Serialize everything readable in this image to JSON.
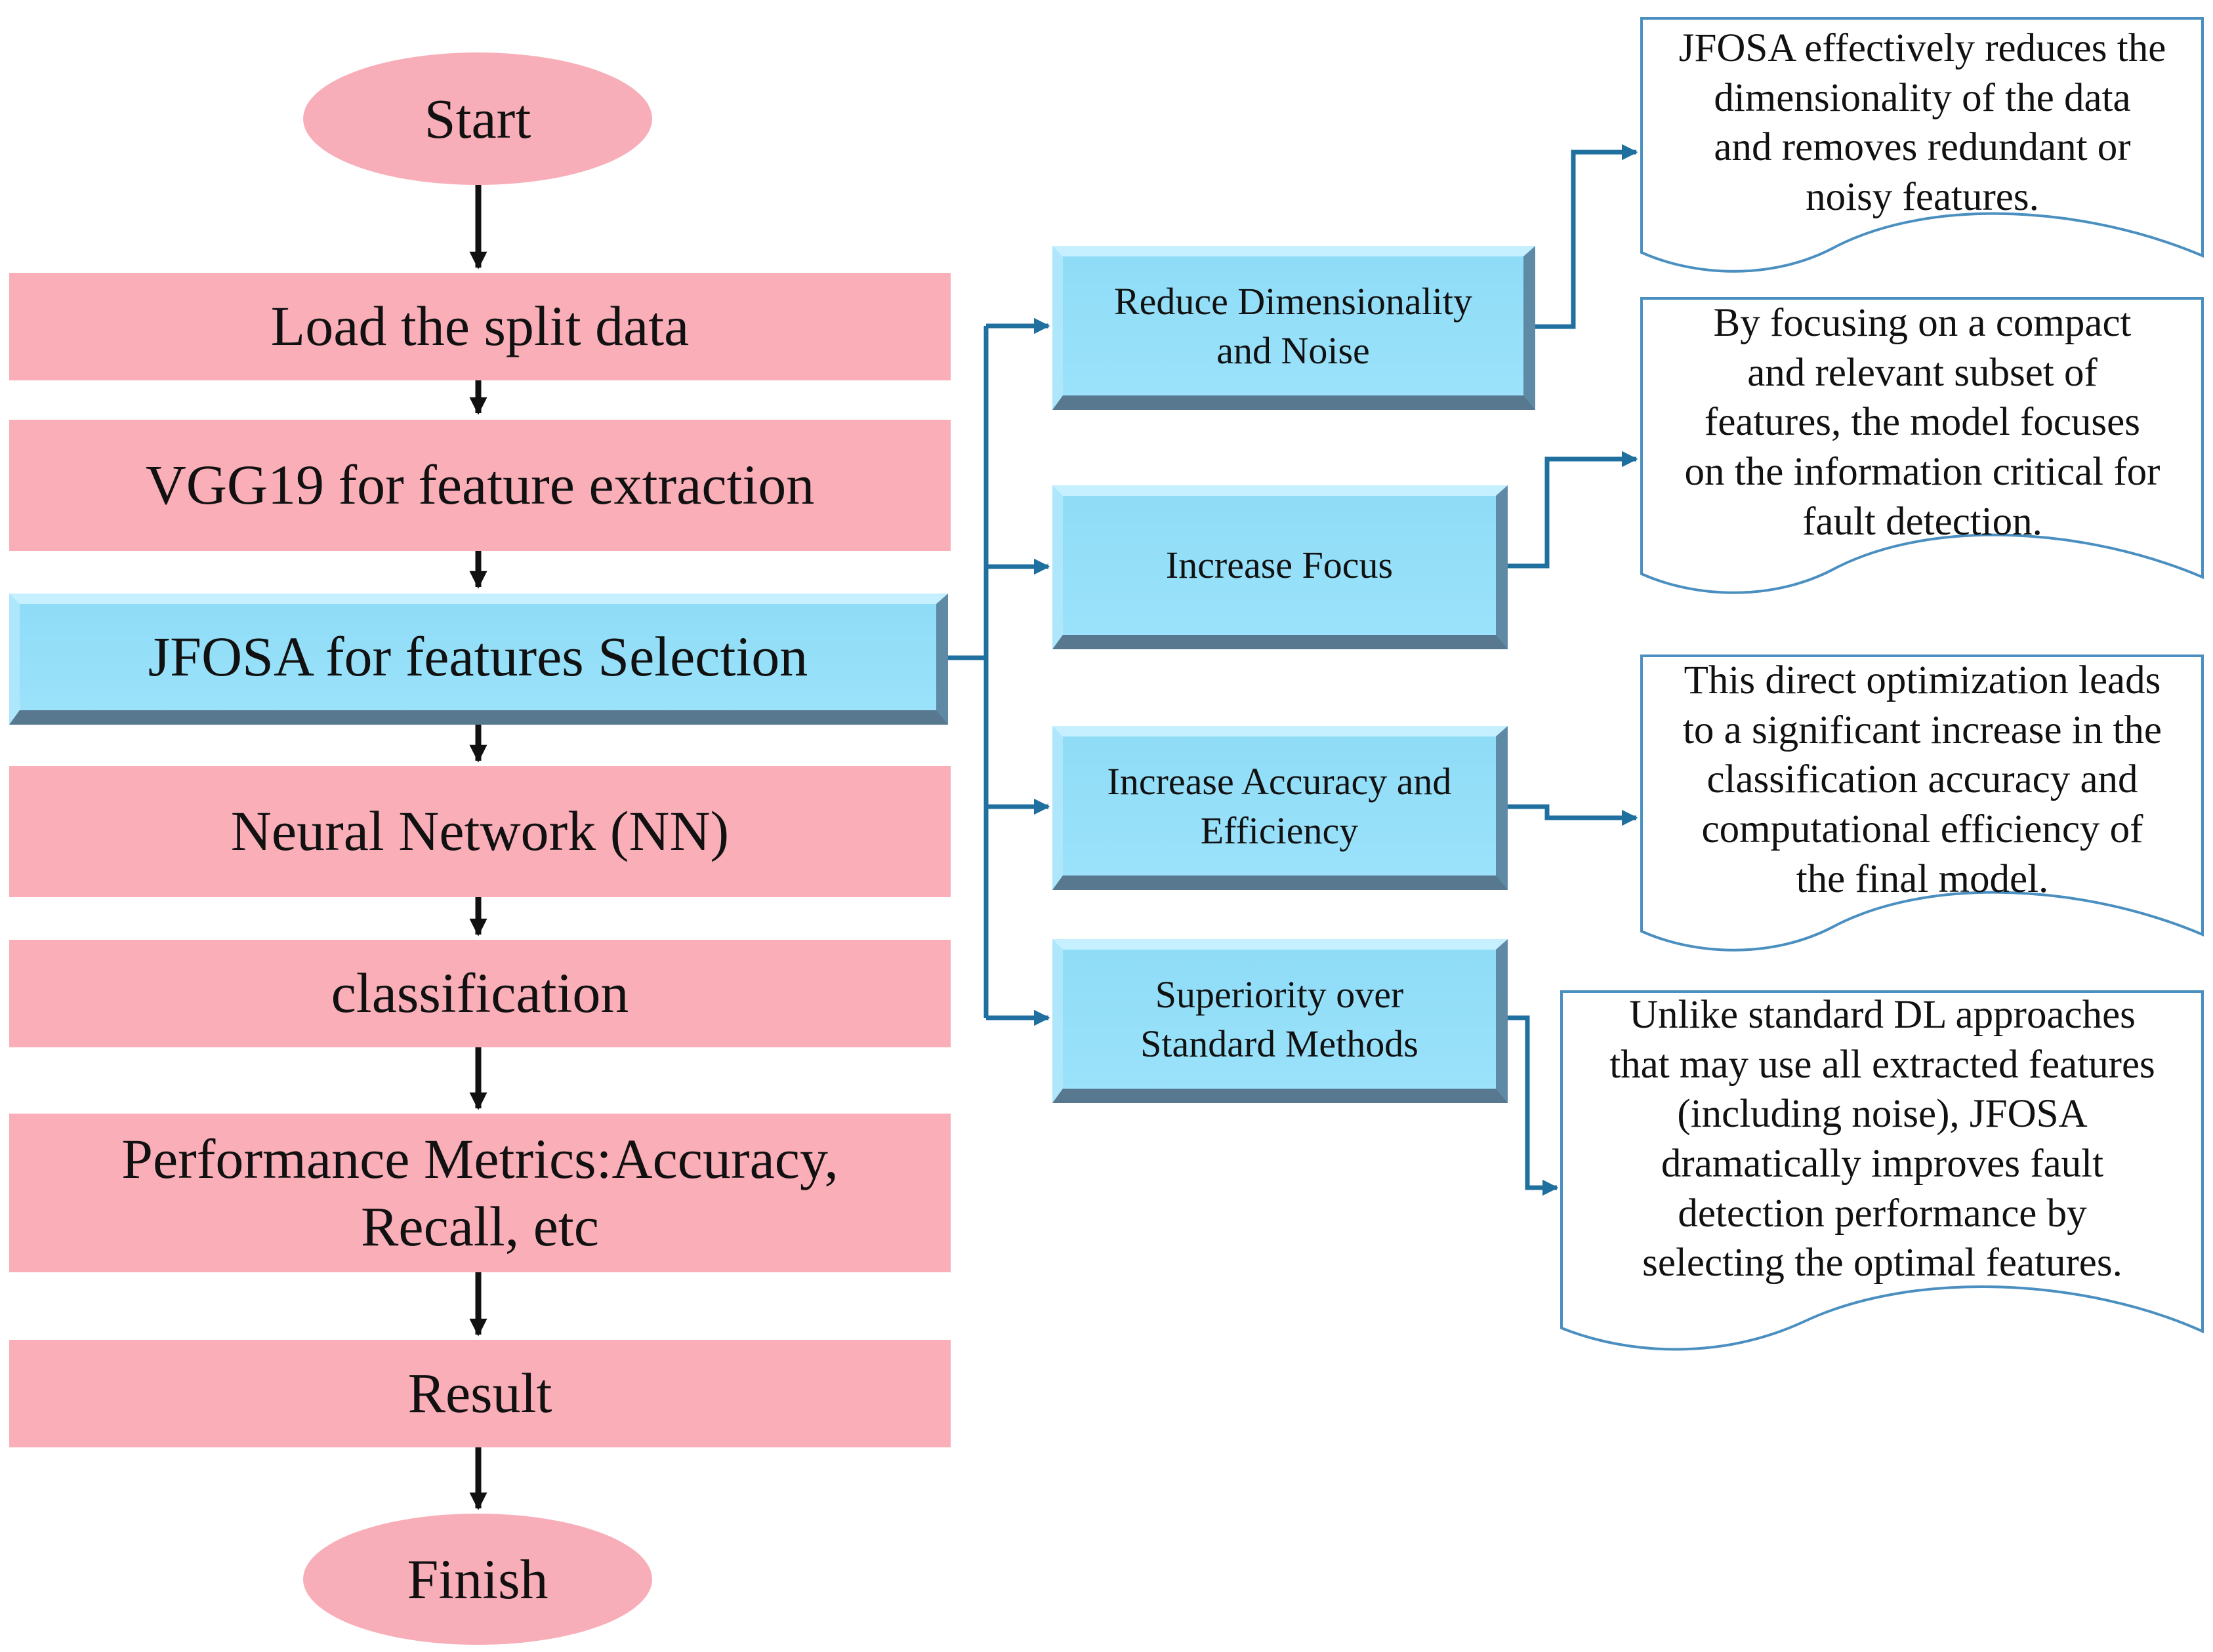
{
  "flowchart": {
    "start": "Start",
    "steps": [
      "Load the split data",
      "VGG19 for feature extraction",
      "JFOSA for features Selection",
      "Neural Network (NN)",
      "classification",
      "Performance Metrics:Accuracy,\nRecall, etc",
      "Result"
    ],
    "finish": "Finish"
  },
  "benefits": [
    "Reduce Dimensionality\nand Noise",
    "Increase Focus",
    "Increase Accuracy and\nEfficiency",
    "Superiority over\nStandard Methods"
  ],
  "notes": [
    "JFOSA effectively reduces the\ndimensionality of the data\nand removes redundant or\nnoisy features.",
    "By focusing on a compact\nand relevant subset of\nfeatures, the model focuses\non the information critical for\nfault detection.",
    "This direct optimization leads\nto a significant increase in the\nclassification accuracy and\ncomputational efficiency of\nthe final model.",
    "Unlike standard DL approaches\nthat may use all extracted features\n(including noise), JFOSA\ndramatically improves fault\ndetection performance by\nselecting the optimal features."
  ],
  "colors": {
    "pink_fill": "#f9aeb8",
    "blue_fill": "#95dffa",
    "blue_connector": "#1f6f9f",
    "note_border": "#4a8fc0",
    "black_arrow": "#111111"
  }
}
